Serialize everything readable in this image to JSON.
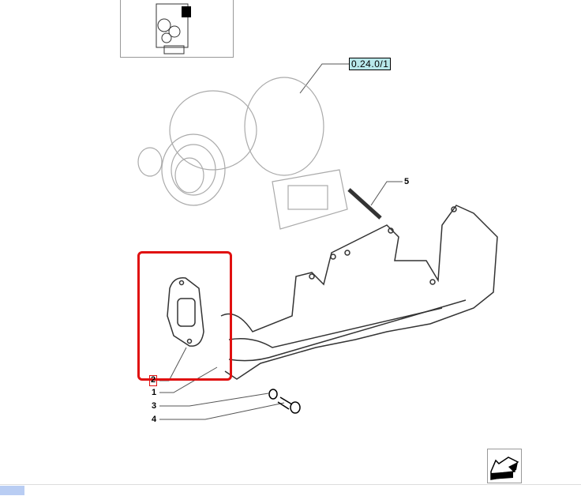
{
  "reference_link": "0.24.0/1",
  "callouts": [
    "1",
    "2",
    "3",
    "4",
    "5"
  ],
  "icons": {
    "thumbnail": "engine-thumbnail",
    "nav": "back-arrow-icon"
  },
  "colors": {
    "highlight": "#e01010",
    "reference_bg": "#b8e8ea",
    "tab": "#b9cdf3"
  }
}
